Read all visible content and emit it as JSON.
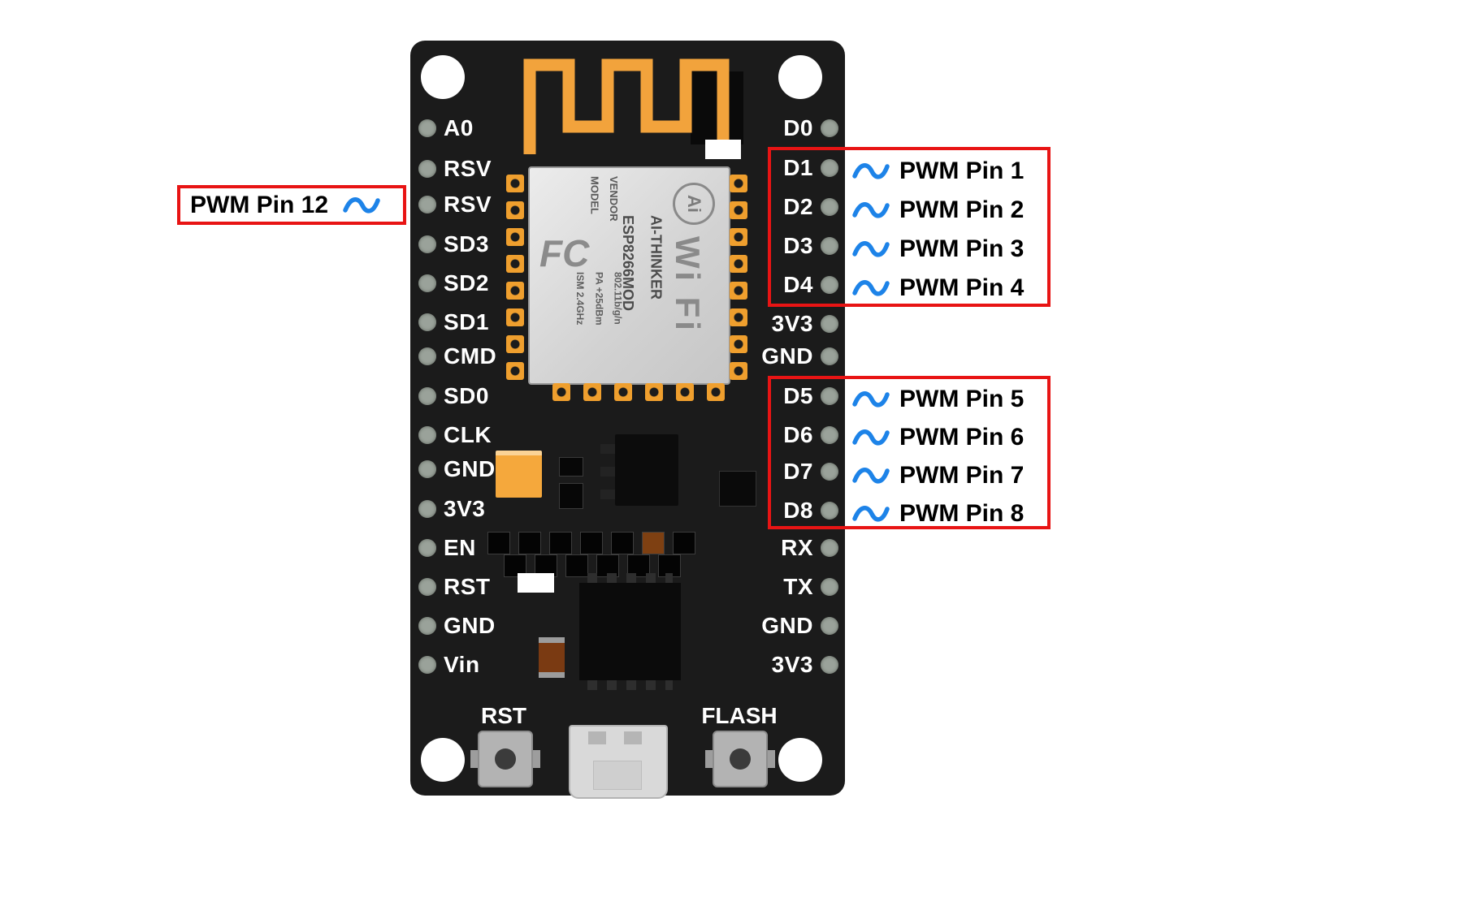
{
  "board": {
    "left_pins": [
      "A0",
      "RSV",
      "RSV",
      "SD3",
      "SD2",
      "SD1",
      "CMD",
      "SD0",
      "CLK",
      "GND",
      "3V3",
      "EN",
      "RST",
      "GND",
      "Vin"
    ],
    "right_pins": [
      "D0",
      "D1",
      "D2",
      "D3",
      "D4",
      "3V3",
      "GND",
      "D5",
      "D6",
      "D7",
      "D8",
      "RX",
      "TX",
      "GND",
      "3V3"
    ],
    "module": {
      "model": "MODEL",
      "vendor": "VENDOR",
      "chip": "ESP8266MOD",
      "maker": "AI-THINKER",
      "spec1": "ISM 2.4GHz",
      "spec2": "PA +25dBm",
      "spec3": "802.11b/g/n",
      "fcc": "FC",
      "ai_logo": "Ai",
      "wifi": "Wi Fi"
    },
    "buttons": {
      "rst": "RST",
      "flash": "FLASH"
    }
  },
  "annotations": {
    "pwm12": "PWM Pin 12",
    "group_top": [
      "PWM Pin 1",
      "PWM Pin 2",
      "PWM Pin 3",
      "PWM Pin 4"
    ],
    "group_bottom": [
      "PWM Pin 5",
      "PWM Pin 6",
      "PWM Pin 7",
      "PWM Pin 8"
    ]
  },
  "colors": {
    "board": "#1b1b1b",
    "antenna_orange": "#f2a33c",
    "annotation_red": "#e81414",
    "wave_blue": "#1d83e8",
    "pin_dot": "#9aa29a",
    "module_silver": "#d8d8d8"
  }
}
